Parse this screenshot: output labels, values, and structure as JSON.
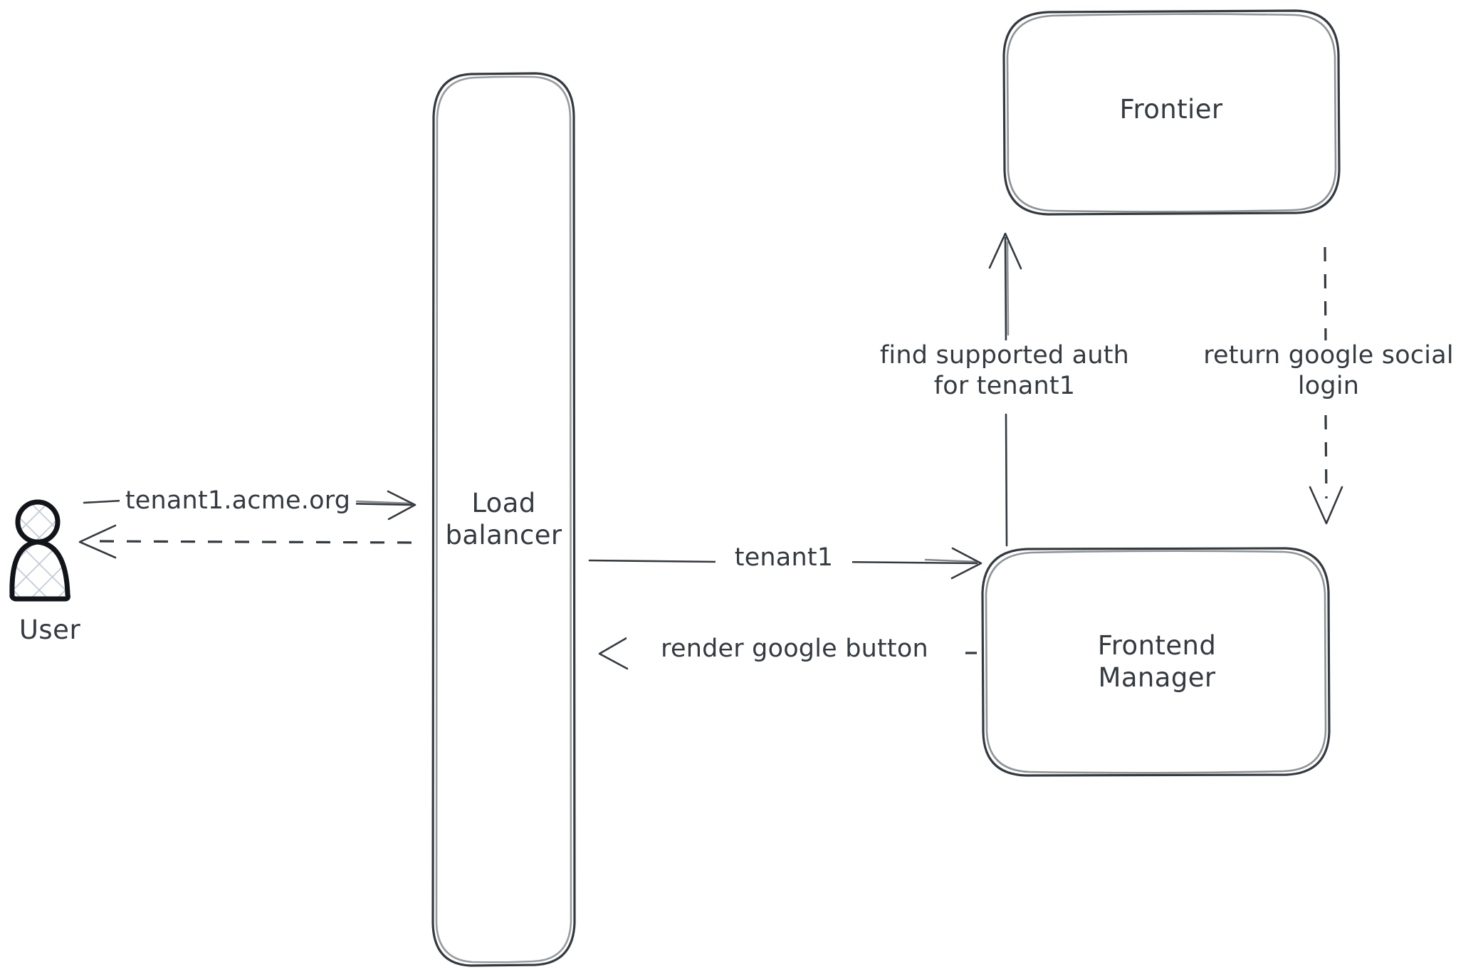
{
  "diagram": {
    "type": "flow-diagram",
    "style": "hand-drawn-sketch",
    "background_color": "#ffffff",
    "stroke_color": "#343a40",
    "actor_fill_pattern": "crosshatch",
    "actor_fill_color": "#c8d2dc"
  },
  "nodes": [
    {
      "id": "user",
      "label": "User",
      "shape": "actor-person",
      "icon": "person-icon"
    },
    {
      "id": "load-balancer",
      "label": "Load\nbalancer",
      "shape": "rounded-rectangle-tall"
    },
    {
      "id": "frontier",
      "label": "Frontier",
      "shape": "rounded-rectangle"
    },
    {
      "id": "frontend-manager",
      "label": "Frontend\nManager",
      "shape": "rounded-rectangle"
    }
  ],
  "edges": [
    {
      "id": "user-to-lb",
      "label": "tenant1.acme.org",
      "from": "user",
      "to": "load-balancer",
      "line": "solid",
      "direction": "right"
    },
    {
      "id": "lb-to-user",
      "label": "",
      "from": "load-balancer",
      "to": "user",
      "line": "dashed",
      "direction": "left"
    },
    {
      "id": "lb-to-fm",
      "label": "tenant1",
      "from": "load-balancer",
      "to": "frontend-manager",
      "line": "solid",
      "direction": "right"
    },
    {
      "id": "fm-to-lb",
      "label": "render google button",
      "from": "frontend-manager",
      "to": "load-balancer",
      "line": "dashed",
      "direction": "left"
    },
    {
      "id": "fm-to-frontier",
      "label": "find supported auth\nfor tenant1",
      "from": "frontend-manager",
      "to": "frontier",
      "line": "solid",
      "direction": "up"
    },
    {
      "id": "frontier-to-fm",
      "label": "return google social\nlogin",
      "from": "frontier",
      "to": "frontend-manager",
      "line": "dashed",
      "direction": "down"
    }
  ]
}
